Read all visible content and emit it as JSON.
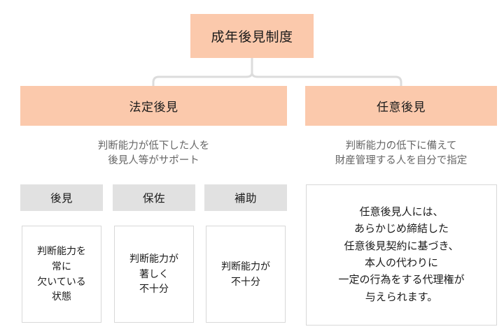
{
  "diagram": {
    "title_box": {
      "label": "成年後見制度"
    },
    "branches": [
      {
        "id": "legal",
        "label": "法定後見",
        "note": "判断能力が低下した人を\n後見人等がサポート"
      },
      {
        "id": "voluntary",
        "label": "任意後見",
        "note": "判断能力の低下に備えて\n財産管理する人を自分で指定"
      }
    ],
    "legal_types": [
      {
        "header": "後見",
        "detail": "判断能力を\n常に\n欠いている\n状態"
      },
      {
        "header": "保佐",
        "detail": "判断能力が\n著しく\n不十分"
      },
      {
        "header": "補助",
        "detail": "判断能力が\n不十分"
      }
    ],
    "voluntary_detail": "任意後見人には、\nあらかじめ締結した\n任意後見契約に基づき、\n本人の代わりに\n一定の行為をする代理権が\n与えられます。",
    "colors": {
      "accent_peach": "#fbc9ac",
      "header_gray": "#e1e1e1",
      "border_gray": "#d8d8d8",
      "connector_gray": "#dcdcdc",
      "text_dark": "#1a1a1a",
      "text_muted": "#666666",
      "background": "#ffffff"
    }
  }
}
